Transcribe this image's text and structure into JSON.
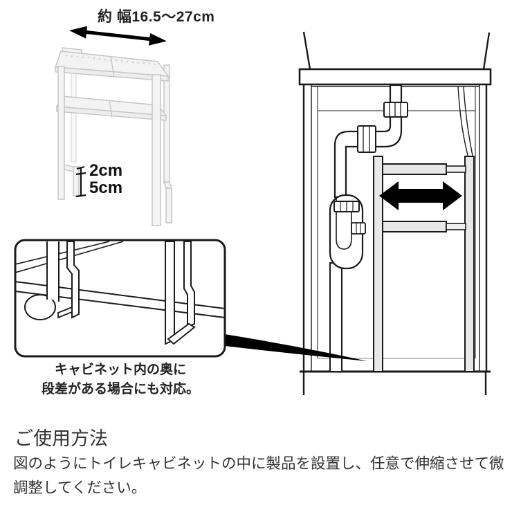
{
  "figure": {
    "width_label": "約 幅16.5〜27cm",
    "notch_upper": "2cm",
    "notch_lower": "5cm"
  },
  "inset": {
    "caption_line1": "キャビネット内の奥に",
    "caption_line2": "段差がある場合にも対応。"
  },
  "usage": {
    "heading": "ご使用方法",
    "body": "図のようにトイレキャビネットの中に製品を設置し、任意で伸縮させて微調整してください。"
  },
  "colors": {
    "line": "#1a1a1a",
    "arrow": "#000000",
    "rack_fill": "#e8e8e8",
    "photo_line": "#c5c5c5",
    "photo_fill": "#f3f3f3",
    "text": "#333333"
  }
}
